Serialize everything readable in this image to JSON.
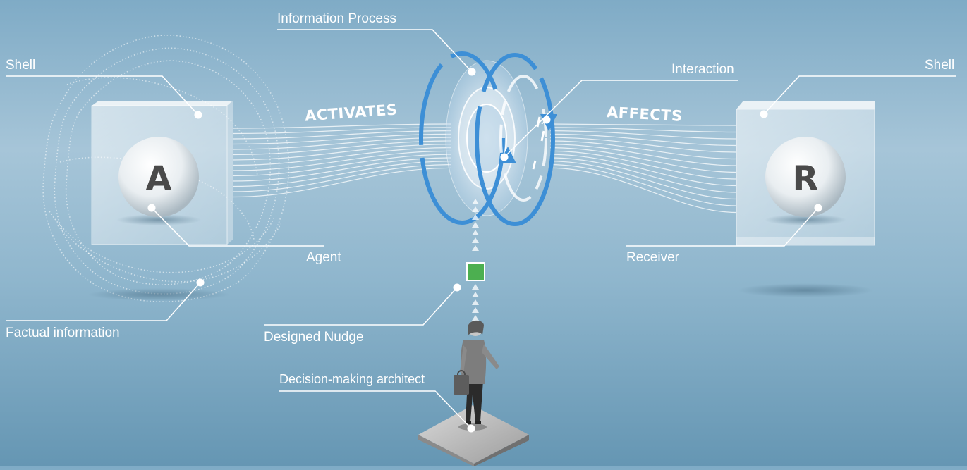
{
  "labels": {
    "shell_left": "Shell",
    "shell_right": "Shell",
    "information_process": "Information Process",
    "interaction": "Interaction",
    "agent": "Agent",
    "receiver": "Receiver",
    "factual_information": "Factual information",
    "designed_nudge": "Designed Nudge",
    "decision_making_architect": "Decision-making architect"
  },
  "verbs": {
    "activates": "ACTIVATES",
    "affects": "AFFECTS"
  },
  "spheres": {
    "agent_letter": "A",
    "receiver_letter": "R"
  },
  "colors": {
    "background_top": "#7fabc6",
    "background_bottom": "#6596b3",
    "ring_blue": "#3d8fd6",
    "nudge_green": "#4caf50",
    "text": "#ffffff"
  }
}
